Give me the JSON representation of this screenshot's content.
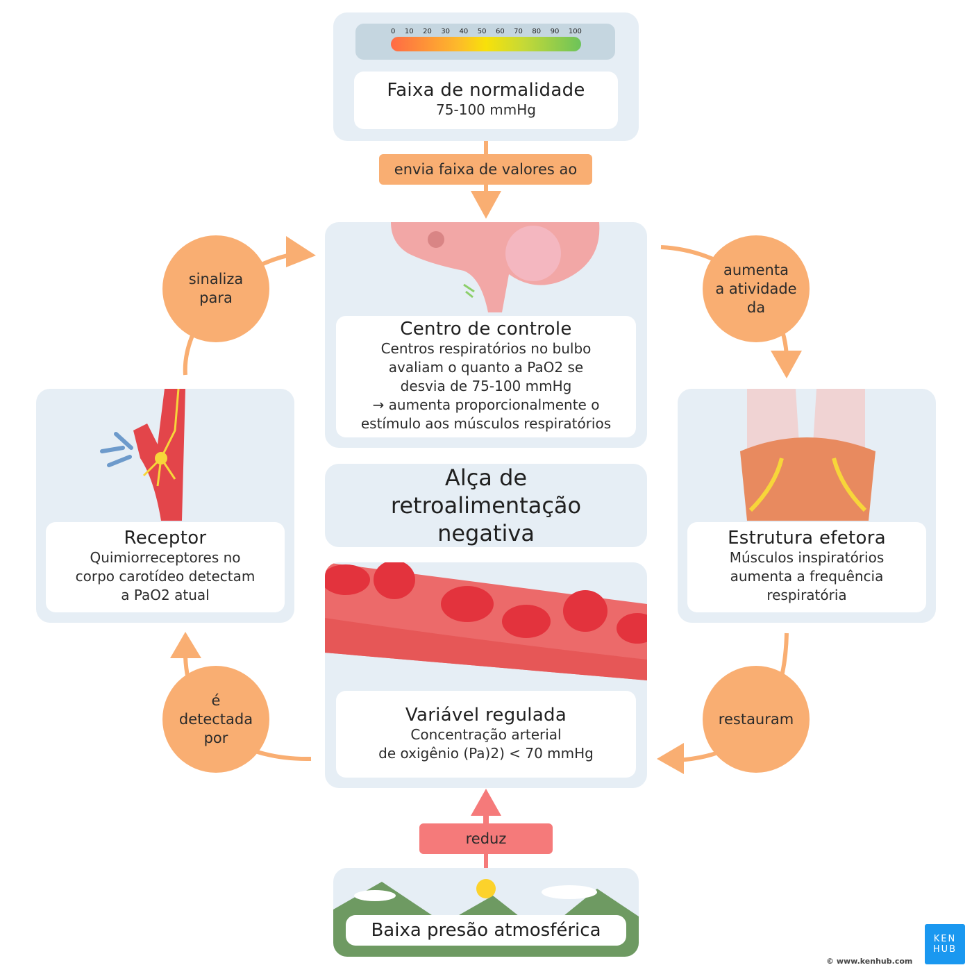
{
  "scale": {
    "ticks": [
      "0",
      "10",
      "20",
      "30",
      "40",
      "50",
      "60",
      "70",
      "80",
      "90",
      "100"
    ]
  },
  "normal_range": {
    "title": "Faixa de normalidade",
    "value": "75-100 mmHg"
  },
  "send_label": "envia faixa de valores ao",
  "control_center": {
    "title": "Centro de controle",
    "lines": [
      "Centros respiratórios no bulbo",
      "avaliam o quanto a PaO2 se",
      "desvia de 75-100 mmHg",
      "→ aumenta proporcionalmente o",
      "estímulo aos músculos respiratórios"
    ]
  },
  "center_title": [
    "Alça de",
    "retroalimentação",
    "negativa"
  ],
  "regulated_variable": {
    "title": "Variável regulada",
    "lines": [
      "Concentração arterial",
      "de oxigênio (Pa)2) < 70 mmHg"
    ]
  },
  "receptor": {
    "title": "Receptor",
    "lines": [
      "Quimiorreceptores no",
      "corpo carotídeo detectam",
      "a PaO2 atual"
    ]
  },
  "effector": {
    "title": "Estrutura efetora",
    "lines": [
      "Músculos inspiratórios",
      "aumenta a frequência",
      "respiratória"
    ]
  },
  "circles": {
    "signals": [
      "sinaliza",
      "para"
    ],
    "increases": [
      "aumenta",
      "a atividade",
      "da"
    ],
    "detected": [
      "é",
      "detectada",
      "por"
    ],
    "restore": [
      "restauram"
    ]
  },
  "reduces_label": "reduz",
  "stimulus": "Baixa presão atmosférica",
  "logo": {
    "line1": "KEN",
    "line2": "HUB"
  },
  "copyright": "© www.kenhub.com",
  "colors": {
    "orange": "#f9ae72",
    "red_tag": "#f57a7a",
    "panel": "#e6eef5",
    "logo": "#1a98f0"
  }
}
